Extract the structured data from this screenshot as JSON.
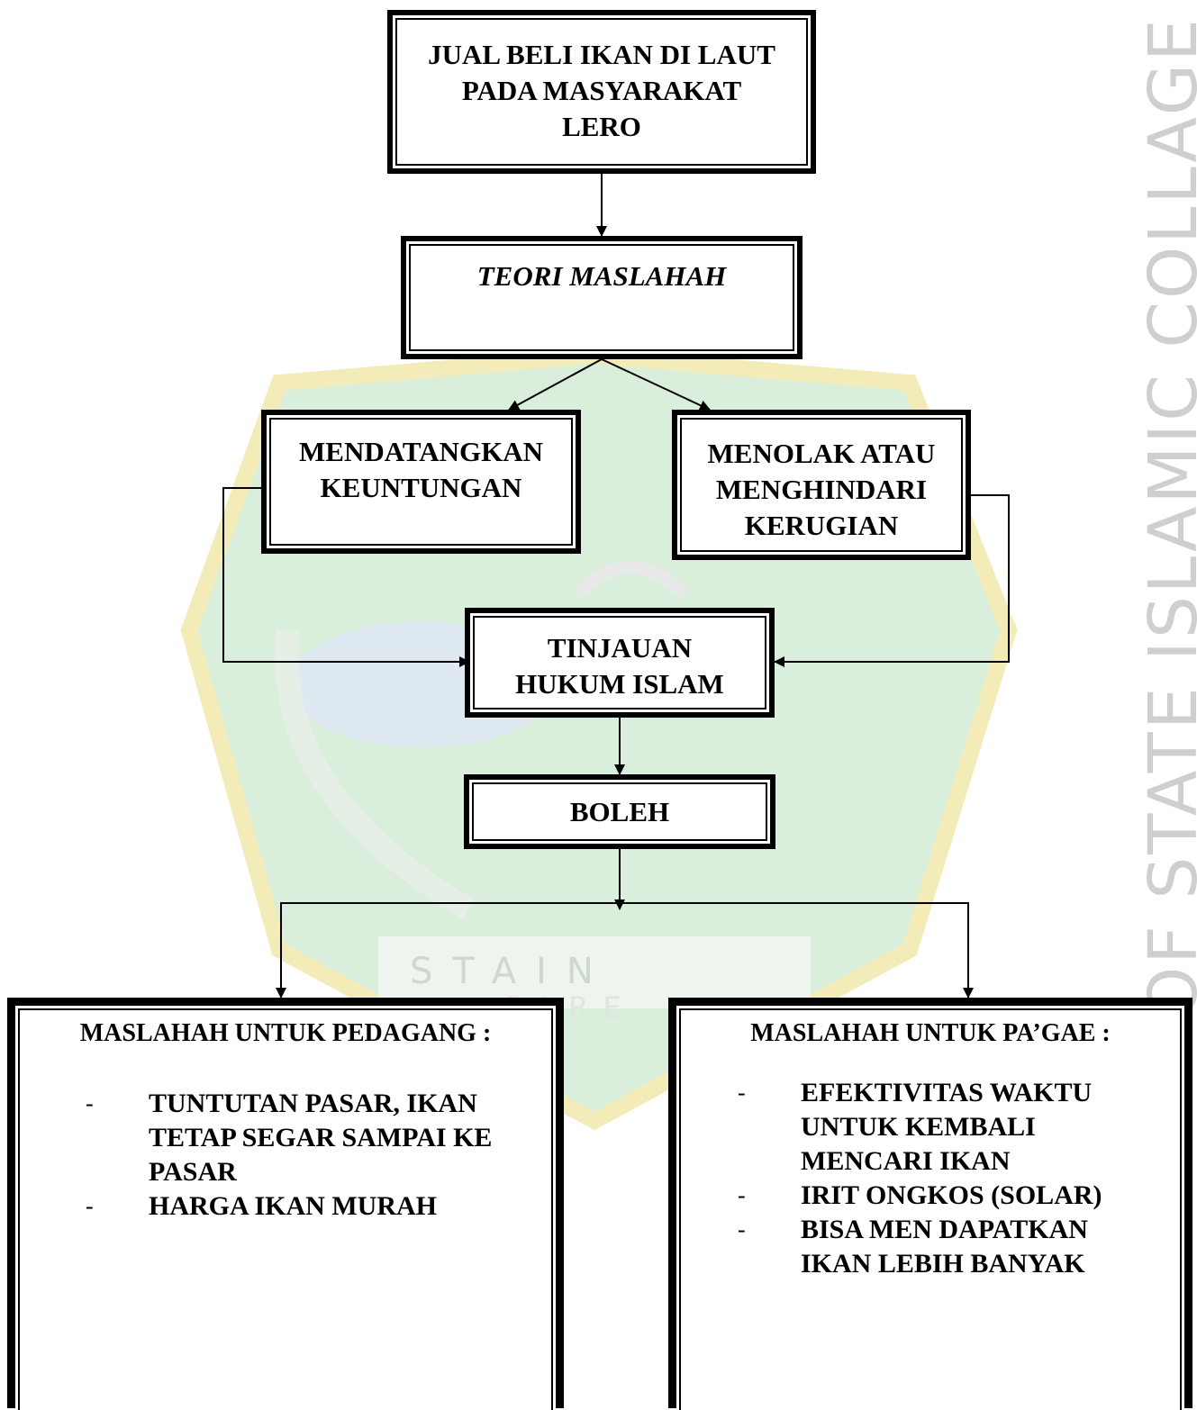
{
  "watermark": {
    "side_text": "OF STATE ISLAMIC COLLAGE PAR",
    "emblem_text_top": "STAIN",
    "emblem_text_bottom": "PARE"
  },
  "nodes": {
    "jual_beli": [
      "JUAL BELI IKAN DI LAUT",
      "PADA MASYARAKAT",
      "LERO"
    ],
    "teori": "TEORI MASLAHAH",
    "mendatangkan": [
      "MENDATANGKAN",
      "KEUNTUNGAN"
    ],
    "menolak": [
      "MENOLAK ATAU",
      "MENGHINDARI",
      "KERUGIAN"
    ],
    "tinjauan": [
      "TINJAUAN",
      "HUKUM ISLAM"
    ],
    "boleh": "BOLEH"
  },
  "pedagang": {
    "heading": "MASLAHAH UNTUK PEDAGANG :",
    "items": [
      {
        "dash": "-",
        "lines": [
          "TUNTUTAN PASAR, IKAN",
          "TETAP SEGAR SAMPAI KE",
          "PASAR"
        ]
      },
      {
        "dash": "-",
        "lines": [
          "HARGA IKAN MURAH"
        ]
      }
    ]
  },
  "pagae": {
    "heading": "MASLAHAH UNTUK PA’GAE :",
    "items": [
      {
        "dash": "-",
        "lines": [
          "EFEKTIVITAS WAKTU",
          "UNTUK KEMBALI",
          "MENCARI IKAN"
        ]
      },
      {
        "dash": "-",
        "lines": [
          "IRIT ONGKOS (SOLAR)"
        ]
      },
      {
        "dash": "-",
        "lines": [
          "BISA MEN DAPATKAN",
          "IKAN LEBIH BANYAK"
        ]
      }
    ]
  },
  "colors": {
    "watermark_green": "#d9eedb",
    "watermark_yellow": "#f3ecb8",
    "watermark_gray": "#cfcfcf"
  }
}
